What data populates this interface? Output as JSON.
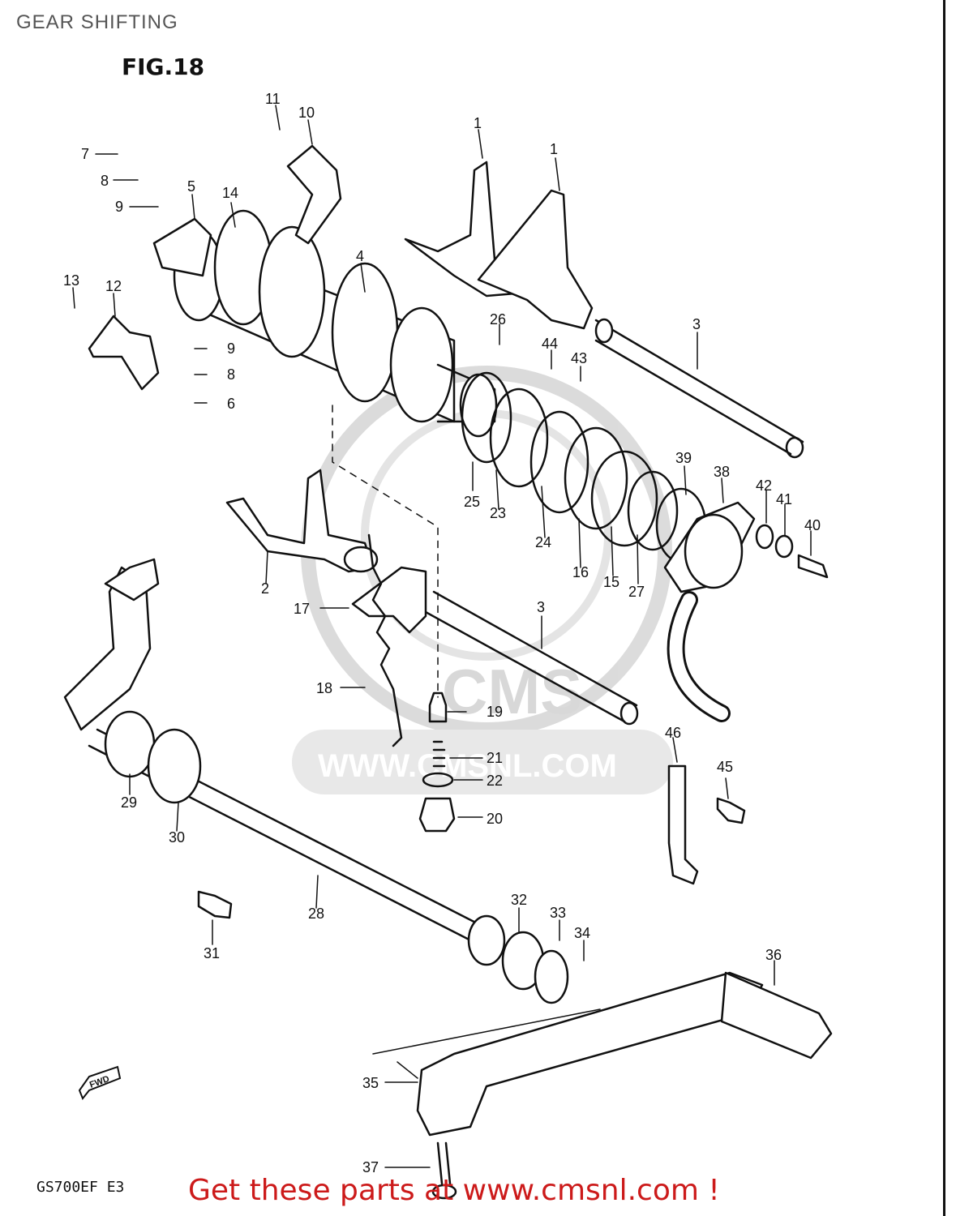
{
  "header": {
    "title": "GEAR SHIFTING"
  },
  "figure": {
    "label": "FIG.18",
    "model": "GS700EF  E3"
  },
  "watermark": {
    "brand": "CMS",
    "url": "WWW.CMSNL.COM"
  },
  "fwd_arrow": {
    "label": "FWD"
  },
  "cta": {
    "text": "Get these parts at www.cmsnl.com !"
  },
  "callouts": [
    "1",
    "1",
    "2",
    "3",
    "3",
    "4",
    "5",
    "6",
    "7",
    "8",
    "8",
    "9",
    "9",
    "10",
    "11",
    "12",
    "13",
    "14",
    "15",
    "16",
    "17",
    "18",
    "19",
    "20",
    "21",
    "22",
    "23",
    "24",
    "25",
    "26",
    "27",
    "28",
    "29",
    "30",
    "31",
    "32",
    "33",
    "34",
    "35",
    "36",
    "37",
    "38",
    "39",
    "40",
    "41",
    "42",
    "43",
    "44",
    "45",
    "46"
  ],
  "colors": {
    "ink": "#111111",
    "watermark": "#cfcfcf",
    "cta": "#cc1a1a"
  }
}
